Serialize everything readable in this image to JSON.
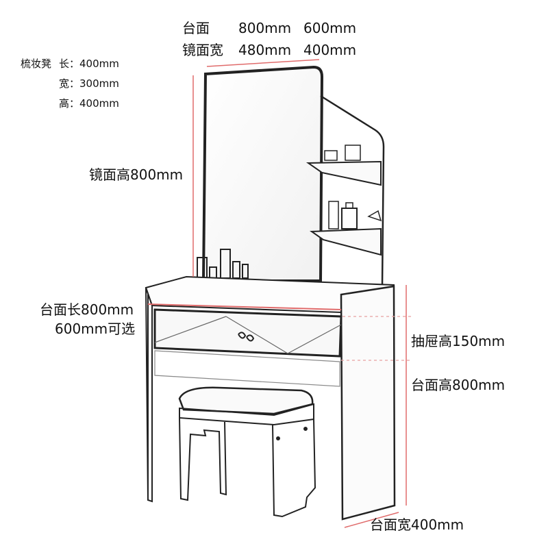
{
  "top_spec": {
    "row1": {
      "label": "台面",
      "v1": "800mm",
      "v2": "600mm"
    },
    "row2": {
      "label": "镜面宽",
      "v1": "480mm",
      "v2": "400mm"
    }
  },
  "stool": {
    "title": "梳妆凳",
    "length": "长：400mm",
    "width": "宽：300mm",
    "height": "高：400mm"
  },
  "labels": {
    "mirror_height": "镜面高800mm",
    "top_length": "台面长800mm",
    "top_length_option": "600mm可选",
    "drawer_height": "抽屉高150mm",
    "table_height": "台面高800mm",
    "table_depth": "台面宽400mm"
  },
  "colors": {
    "dimension_line": "#e06b6b",
    "dashed_guide": "#e8a0a0",
    "sketch": "#222222"
  }
}
